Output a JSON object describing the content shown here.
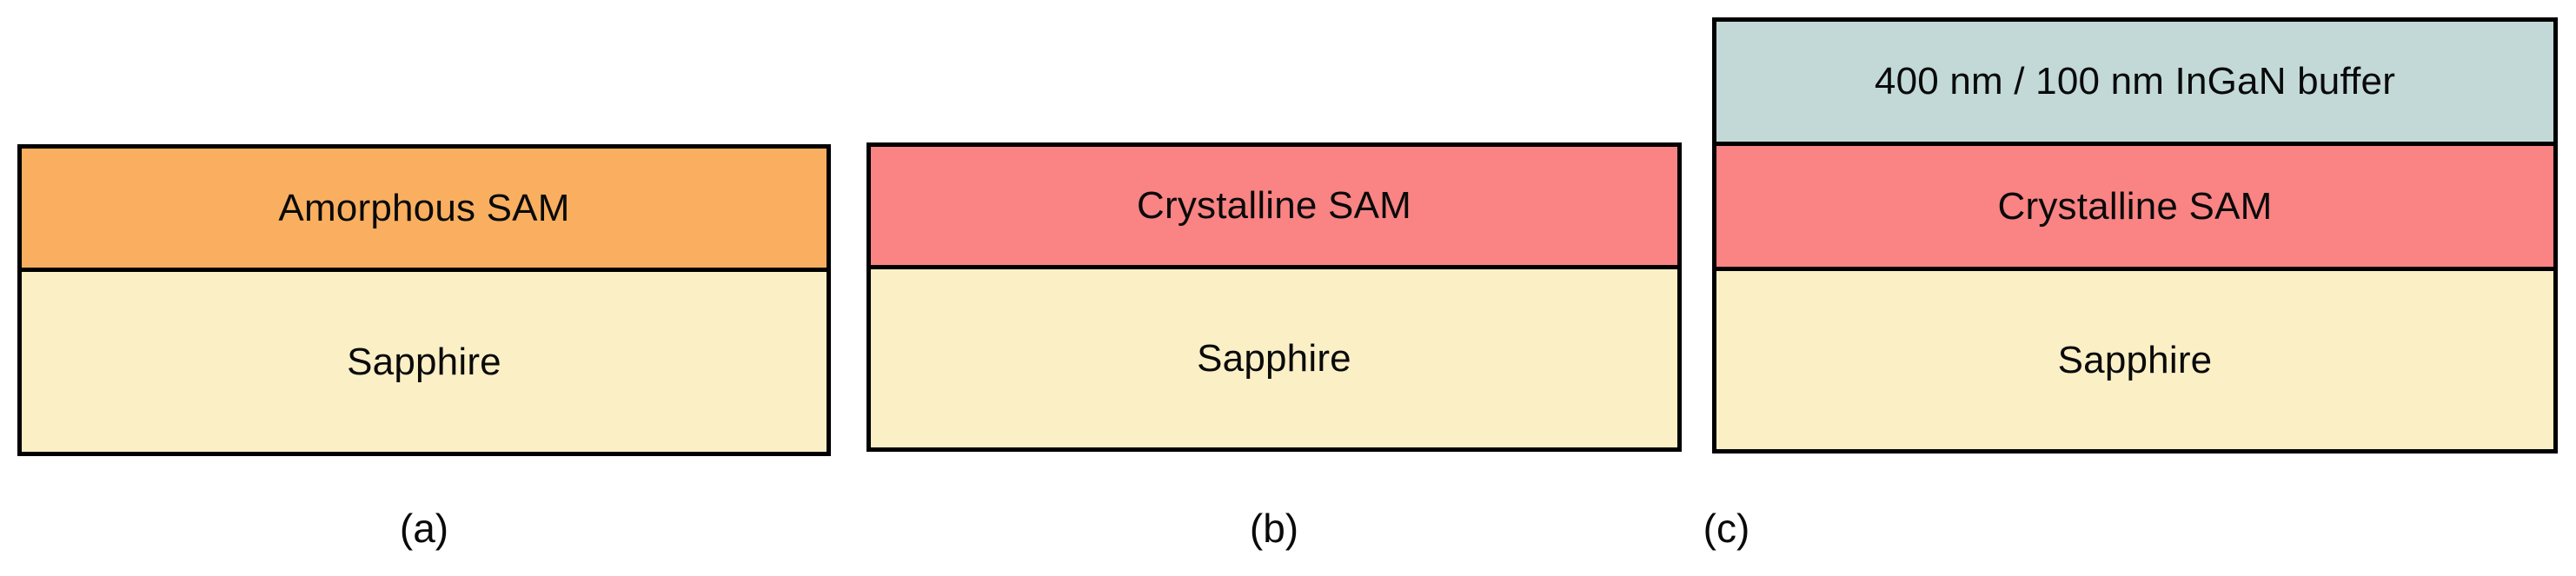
{
  "figure": {
    "background_color": "#ffffff",
    "border_color": "#000000"
  },
  "colors": {
    "amorphous_sam": "#F9AF5F",
    "crystalline_sam": "#FA8383",
    "sapphire": "#FBEFC6",
    "ingan_buffer": "#C2D9D8",
    "outline": "#000000",
    "text": "#0a0a0a"
  },
  "panels": [
    {
      "id": "a",
      "caption": "(a)",
      "layers": [
        {
          "id": "amorphous-sam",
          "label": "Amorphous SAM",
          "color": "#F9AF5F"
        },
        {
          "id": "sapphire",
          "label": "Sapphire",
          "color": "#FBEFC6"
        }
      ]
    },
    {
      "id": "b",
      "caption": "(b)",
      "layers": [
        {
          "id": "crystalline-sam",
          "label": "Crystalline SAM",
          "color": "#FA8383"
        },
        {
          "id": "sapphire",
          "label": "Sapphire",
          "color": "#FBEFC6"
        }
      ]
    },
    {
      "id": "c",
      "caption": "(c)",
      "layers": [
        {
          "id": "ingan-buffer",
          "label": "400 nm / 100 nm InGaN buffer",
          "color": "#C2D9D8"
        },
        {
          "id": "crystalline-sam",
          "label": "Crystalline SAM",
          "color": "#FA8383"
        },
        {
          "id": "sapphire",
          "label": "Sapphire",
          "color": "#FBEFC6"
        }
      ]
    }
  ]
}
